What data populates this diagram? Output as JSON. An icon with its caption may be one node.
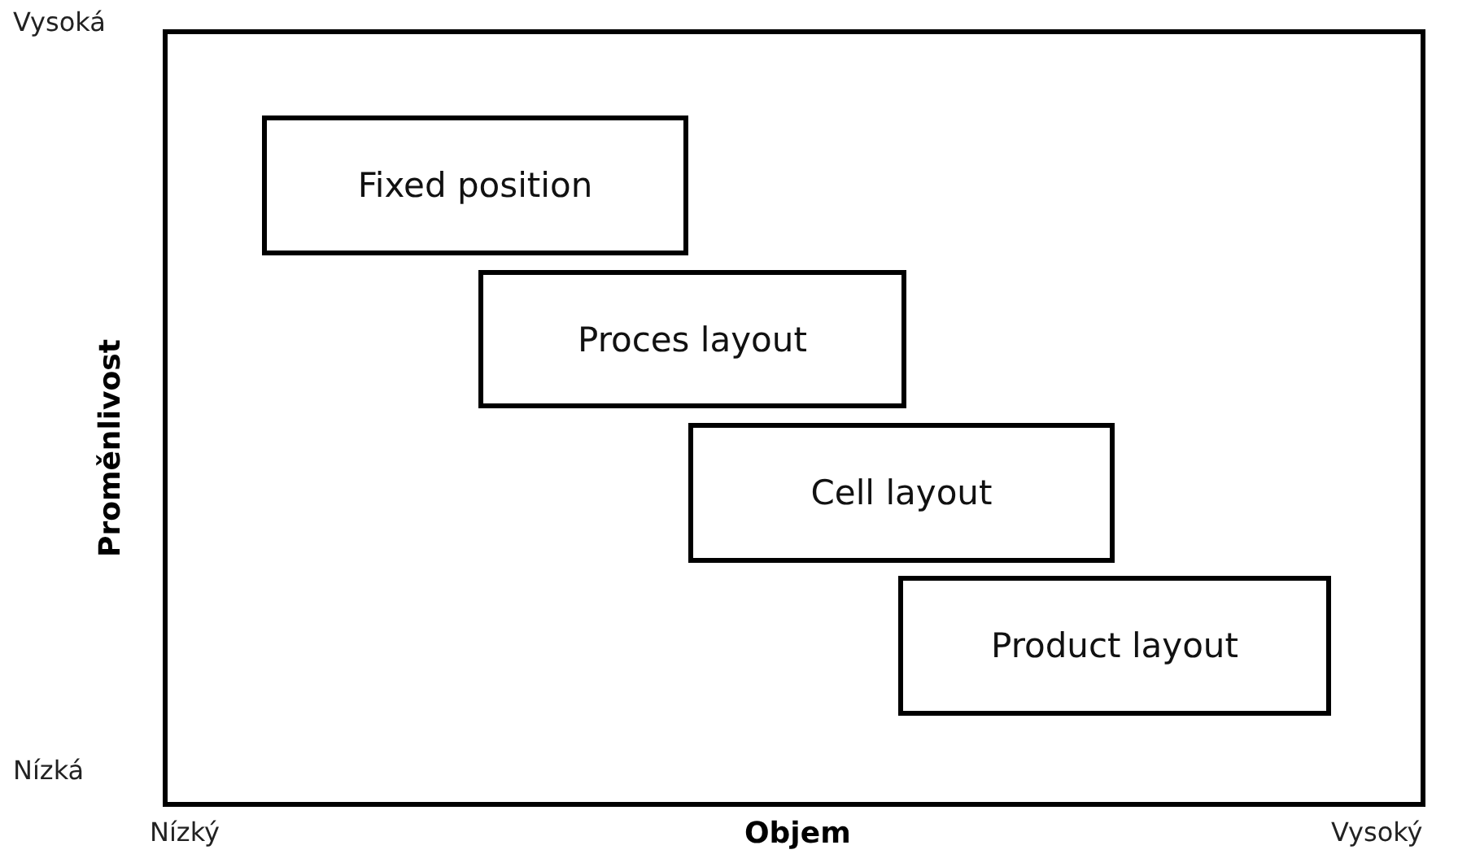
{
  "diagram": {
    "nodes": [
      {
        "text": [
          "Fixed position"
        ]
      },
      {
        "text": [
          "Proces layout"
        ]
      },
      {
        "text": [
          "Cell layout"
        ]
      },
      {
        "text": [
          "Product layout"
        ]
      }
    ],
    "edges": [],
    "labels": [
      "Vysoká",
      "Proměnlivost",
      "Nízká",
      "Nízký",
      "Objem",
      "Vysoký"
    ]
  }
}
